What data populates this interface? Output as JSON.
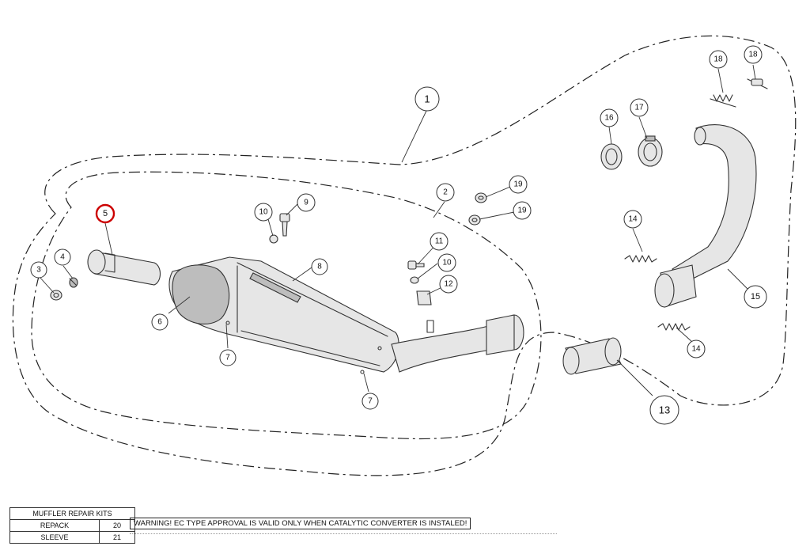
{
  "callouts": [
    {
      "id": "c1",
      "label": "1"
    },
    {
      "id": "c2",
      "label": "2"
    },
    {
      "id": "c3",
      "label": "3"
    },
    {
      "id": "c4",
      "label": "4"
    },
    {
      "id": "c5",
      "label": "5",
      "highlight": true
    },
    {
      "id": "c6",
      "label": "6"
    },
    {
      "id": "c7a",
      "label": "7"
    },
    {
      "id": "c7b",
      "label": "7"
    },
    {
      "id": "c8",
      "label": "8"
    },
    {
      "id": "c9",
      "label": "9"
    },
    {
      "id": "c10a",
      "label": "10"
    },
    {
      "id": "c10b",
      "label": "10"
    },
    {
      "id": "c11",
      "label": "11"
    },
    {
      "id": "c12",
      "label": "12"
    },
    {
      "id": "c13",
      "label": "13"
    },
    {
      "id": "c14a",
      "label": "14"
    },
    {
      "id": "c14b",
      "label": "14"
    },
    {
      "id": "c15",
      "label": "15"
    },
    {
      "id": "c16",
      "label": "16"
    },
    {
      "id": "c17",
      "label": "17"
    },
    {
      "id": "c18a",
      "label": "18"
    },
    {
      "id": "c18b",
      "label": "18"
    },
    {
      "id": "c19a",
      "label": "19"
    },
    {
      "id": "c19b",
      "label": "19"
    }
  ],
  "highlight_color": "#cc0000",
  "repair_kits": {
    "title": "MUFFLER REPAIR KITS",
    "rows": [
      {
        "name": "REPACK",
        "number": "20"
      },
      {
        "name": "SLEEVE",
        "number": "21"
      }
    ]
  },
  "warning": "WARNING! EC TYPE APPROVAL IS VALID ONLY WHEN CATALYTIC CONVERTER IS INSTALED!"
}
